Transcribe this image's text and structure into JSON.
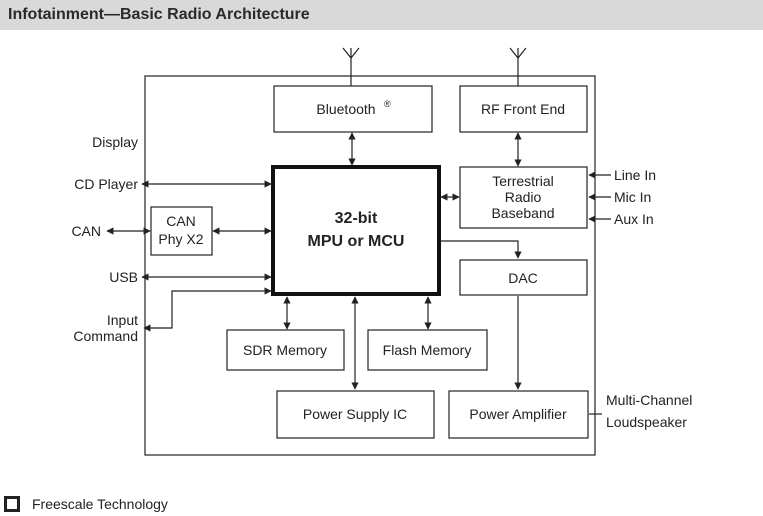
{
  "title": "Infotainment—Basic Radio Architecture",
  "blocks": {
    "bluetooth": "Bluetooth",
    "bluetooth_mark": "®",
    "rf_front_end": "RF Front End",
    "terrestrial_radio_baseband": [
      "Terrestrial",
      "Radio",
      "Baseband"
    ],
    "mpu": [
      "32-bit",
      "MPU or MCU"
    ],
    "can_phy": [
      "CAN",
      "Phy X2"
    ],
    "dac": "DAC",
    "sdr_memory": "SDR Memory",
    "flash_memory": "Flash Memory",
    "power_supply": "Power Supply IC",
    "power_amplifier": "Power Amplifier"
  },
  "external": {
    "display": "Display",
    "cd_player": "CD Player",
    "can": "CAN",
    "usb": "USB",
    "input_command": [
      "Input",
      "Command"
    ],
    "line_in": "Line In",
    "mic_in": "Mic In",
    "aux_in": "Aux In",
    "loudspeaker": [
      "Multi-Channel",
      "Loudspeaker"
    ]
  },
  "legend": {
    "label": "Freescale Technology"
  }
}
